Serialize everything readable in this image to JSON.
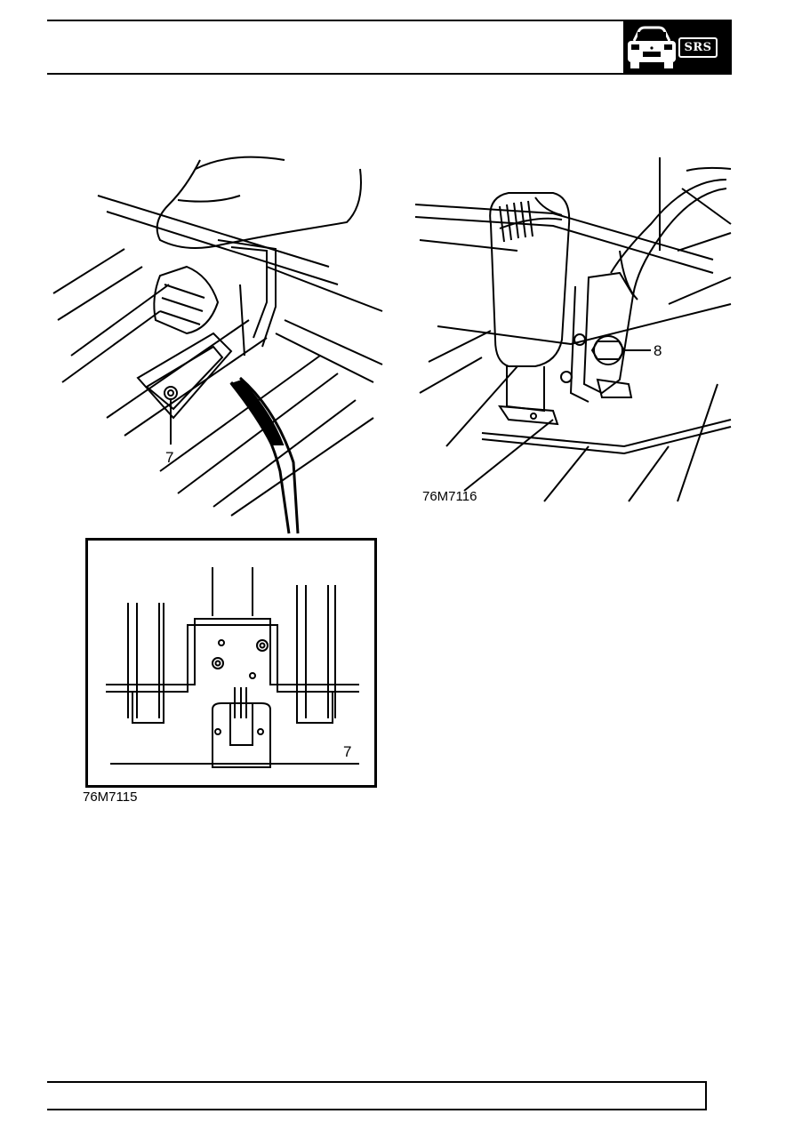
{
  "header": {
    "badge_text": "SRS",
    "badge_icon": "car-front-icon",
    "badge_bg_color": "#000000",
    "badge_fg_color": "#ffffff"
  },
  "figures": [
    {
      "code": "76M7115",
      "callouts": [
        "7"
      ],
      "inset_callout": "7"
    },
    {
      "code": "76M7116",
      "callouts": [
        "8"
      ]
    }
  ],
  "footer": {}
}
